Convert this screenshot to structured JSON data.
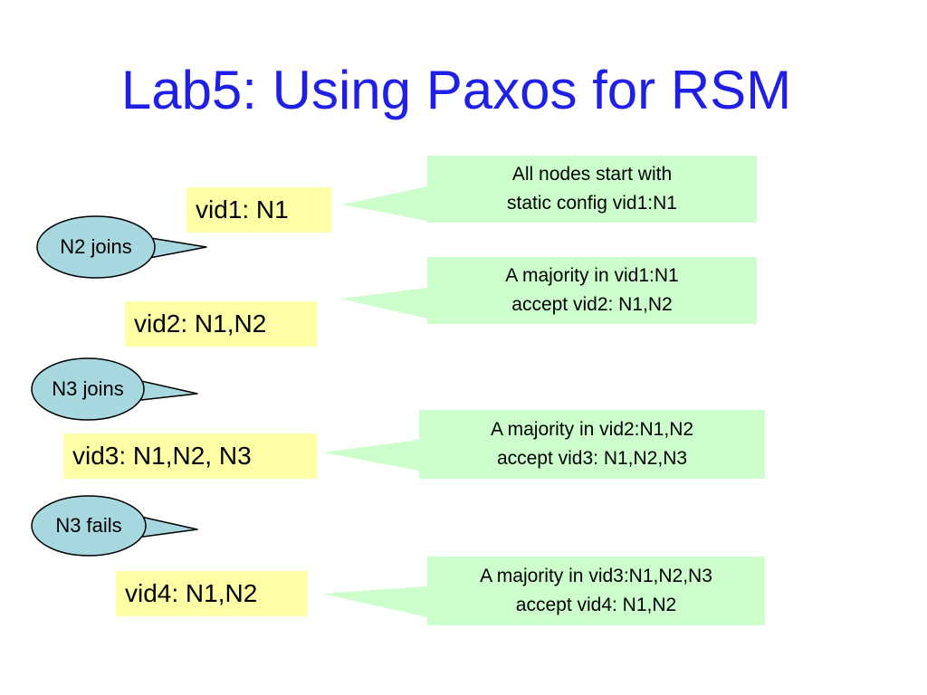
{
  "slide": {
    "title": "Lab5: Using Paxos for RSM",
    "views": [
      {
        "label": "vid1: N1"
      },
      {
        "label": "vid2: N1,N2"
      },
      {
        "label": "vid3: N1,N2, N3"
      },
      {
        "label": "vid4: N1,N2"
      }
    ],
    "notes": [
      {
        "line1": "All nodes start with",
        "line2": "static config vid1:N1"
      },
      {
        "line1": "A majority in vid1:N1",
        "line2": "accept vid2: N1,N2"
      },
      {
        "line1": "A majority in vid2:N1,N2",
        "line2": "accept vid3: N1,N2,N3"
      },
      {
        "line1": "A majority in vid3:N1,N2,N3",
        "line2": "accept vid4: N1,N2"
      }
    ],
    "events": [
      {
        "label": "N2 joins"
      },
      {
        "label": "N3 joins"
      },
      {
        "label": "N3 fails"
      }
    ],
    "colors": {
      "title": "#1f1fe6",
      "view_box": "#ffffa6",
      "note_box": "#ccffcc",
      "event_bubble": "#a8d8df"
    }
  }
}
